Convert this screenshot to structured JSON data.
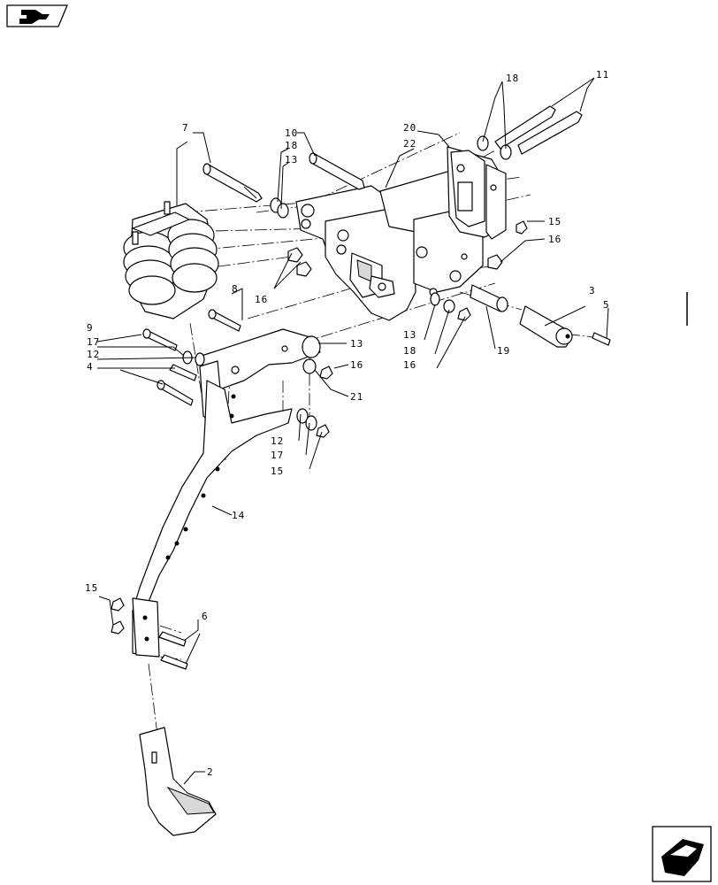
{
  "callouts": {
    "c2": "2",
    "c3": "3",
    "c4": "4",
    "c5": "5",
    "c6": "6",
    "c7": "7",
    "c8": "8",
    "c9": "9",
    "c10": "10",
    "c11": "11",
    "c12a": "12",
    "c12b": "12",
    "c13a": "13",
    "c13b": "13",
    "c13c": "13",
    "c14": "14",
    "c15a": "15",
    "c15b": "15",
    "c15c": "15",
    "c16a": "16",
    "c16b": "16",
    "c16c": "16",
    "c16d": "16",
    "c17a": "17",
    "c17b": "17",
    "c18a": "18",
    "c18b": "18",
    "c18c": "18",
    "c19": "19",
    "c20": "20",
    "c21": "21",
    "c22": "22"
  },
  "nav": {
    "back_icon": "back-arrow-icon",
    "next_icon": "next-arrow-icon"
  }
}
